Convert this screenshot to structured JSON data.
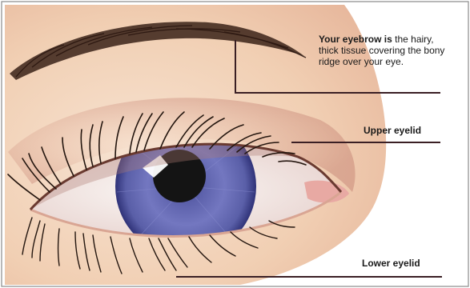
{
  "labels": {
    "eyebrow": {
      "bold": "Your eyebrow is",
      "rest": "the hairy, thick tissue covering the bony ridge over your eye."
    },
    "upper_eyelid": "Upper eyelid",
    "lower_eyelid": "Lower eyelid"
  },
  "colors": {
    "skin": "#f4d7bf",
    "iris": "#6b6fb7",
    "pupil": "#141414",
    "sclera": "#f8f4f2",
    "lash": "#2a1a12",
    "leader_line": "#3a1f24"
  }
}
